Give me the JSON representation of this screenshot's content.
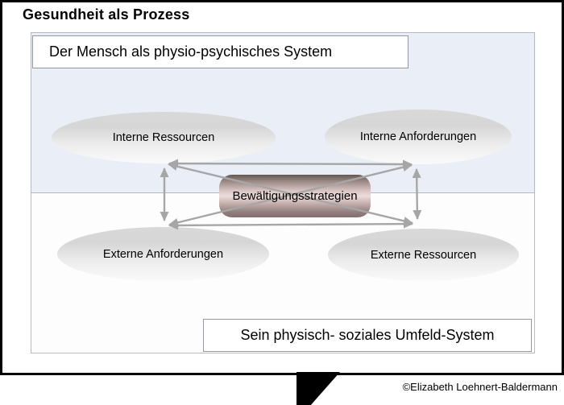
{
  "title": "Gesundheit als Prozess",
  "diagram": {
    "upper_system": {
      "label": "Der Mensch als physio-psychisches System"
    },
    "lower_system": {
      "label": "Sein physisch- soziales Umfeld-System"
    },
    "center": {
      "label": "Bewältigungsstrategien"
    },
    "nodes": [
      {
        "id": "interne-ressourcen",
        "label": "Interne Ressourcen",
        "quadrant": "top-left"
      },
      {
        "id": "interne-anforderungen",
        "label": "Interne Anforderungen",
        "quadrant": "top-right"
      },
      {
        "id": "externe-anforderungen",
        "label": "Externe Anforderungen",
        "quadrant": "bottom-left"
      },
      {
        "id": "externe-ressourcen",
        "label": "Externe Ressourcen",
        "quadrant": "bottom-right"
      }
    ],
    "edges": [
      {
        "from": "interne-ressourcen",
        "to": "interne-anforderungen",
        "bidirectional": true
      },
      {
        "from": "externe-anforderungen",
        "to": "externe-ressourcen",
        "bidirectional": true
      },
      {
        "from": "interne-ressourcen",
        "to": "externe-anforderungen",
        "bidirectional": true
      },
      {
        "from": "interne-anforderungen",
        "to": "externe-ressourcen",
        "bidirectional": true
      },
      {
        "from": "interne-ressourcen",
        "to": "externe-ressourcen",
        "bidirectional": true
      },
      {
        "from": "interne-anforderungen",
        "to": "externe-anforderungen",
        "bidirectional": true
      }
    ],
    "colors": {
      "upper_panel_bg": "#e9eef7",
      "lower_panel_bg": "#fdfdfe",
      "arrow": "#a6a6a6",
      "cylinder_dark": "#645852",
      "cylinder_light": "#ecdcda",
      "frame_border": "#000000"
    }
  },
  "footer": {
    "copyright": "©Elizabeth Loehnert-Baldermann"
  }
}
